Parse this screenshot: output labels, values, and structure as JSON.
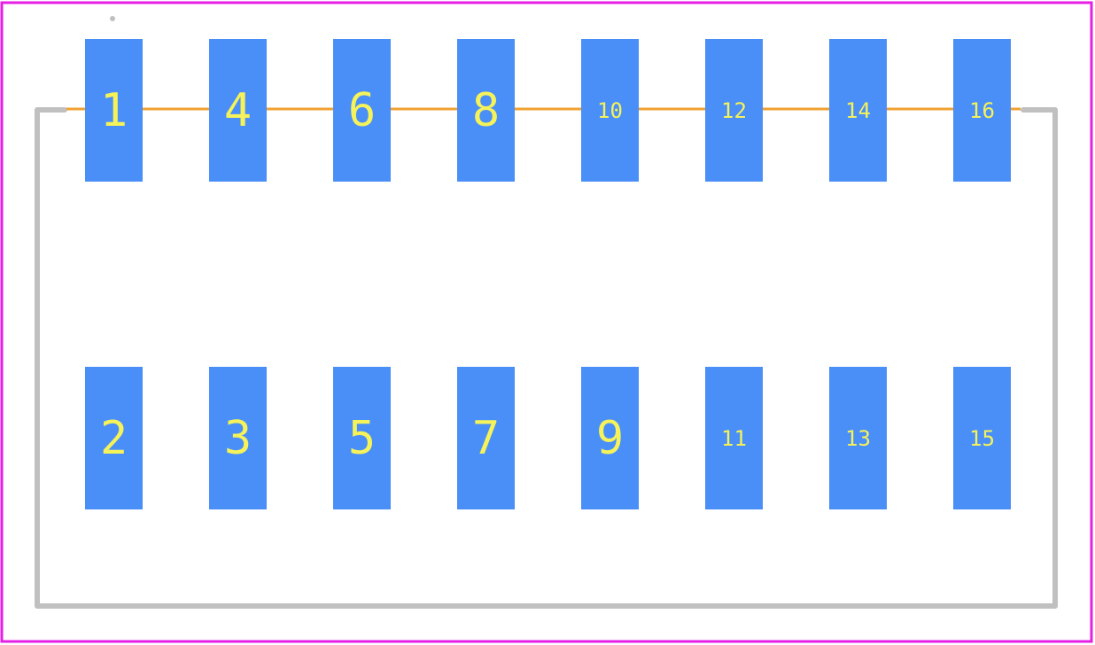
{
  "colors": {
    "background": "#ffffff",
    "courtyard": "#e61ee6",
    "silkscreen": "#c0c0c0",
    "fab_line": "#f0a030",
    "pad": "#4a8ff7",
    "pad_label": "#f5f25a"
  },
  "footprint": {
    "top_row": [
      {
        "number": "1"
      },
      {
        "number": "4"
      },
      {
        "number": "6"
      },
      {
        "number": "8"
      },
      {
        "number": "10"
      },
      {
        "number": "12"
      },
      {
        "number": "14"
      },
      {
        "number": "16"
      }
    ],
    "bottom_row": [
      {
        "number": "2"
      },
      {
        "number": "3"
      },
      {
        "number": "5"
      },
      {
        "number": "7"
      },
      {
        "number": "9"
      },
      {
        "number": "11"
      },
      {
        "number": "13"
      },
      {
        "number": "15"
      }
    ]
  }
}
